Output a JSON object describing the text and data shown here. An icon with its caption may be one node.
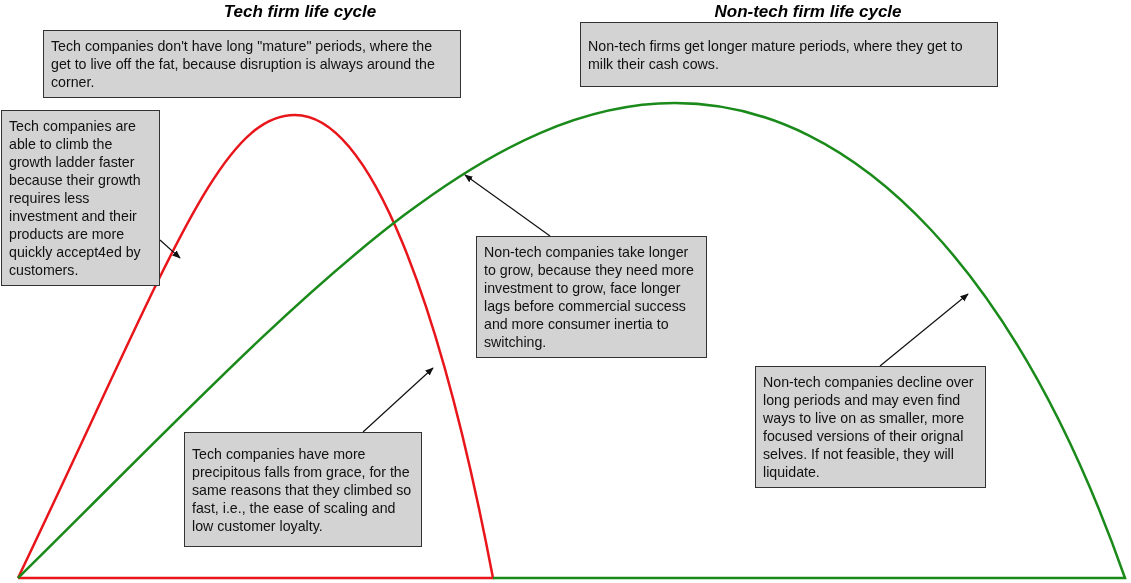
{
  "diagram": {
    "nodes": [
      {
        "text": [
          "Tech companies don't have long \"mature\" periods, where the get to live off the fat, because disruption is always around the corner."
        ]
      },
      {
        "text": [
          "Non-tech firms get longer mature periods, where they get to milk their cash cows."
        ]
      },
      {
        "text": [
          "Tech companies are able to climb the growth ladder faster because their growth requires less investment and their products are more quickly accept4ed by customers."
        ]
      },
      {
        "text": [
          "Non-tech companies take longer to grow, because they need more investment to grow, face longer lags before commercial success and more consumer inertia to switching."
        ]
      },
      {
        "text": [
          "Tech companies have more precipitous falls from grace, for the same reasons that they climbed so fast, i.e., the ease of scaling and low customer loyalty."
        ]
      },
      {
        "text": [
          "Non-tech companies decline over long periods and may even find ways to live on as smaller, more focused versions of their orignal selves. If not feasible, they will liquidate."
        ]
      }
    ],
    "edges": [
      {
        "from": 2,
        "to": null,
        "arrow": "to"
      },
      {
        "from": 3,
        "to": null,
        "arrow": "to"
      },
      {
        "from": 4,
        "to": null,
        "arrow": "to"
      },
      {
        "from": 5,
        "to": null,
        "arrow": "to"
      }
    ],
    "labels": [
      "Tech firm life cycle",
      "Non-tech firm life cycle"
    ]
  }
}
